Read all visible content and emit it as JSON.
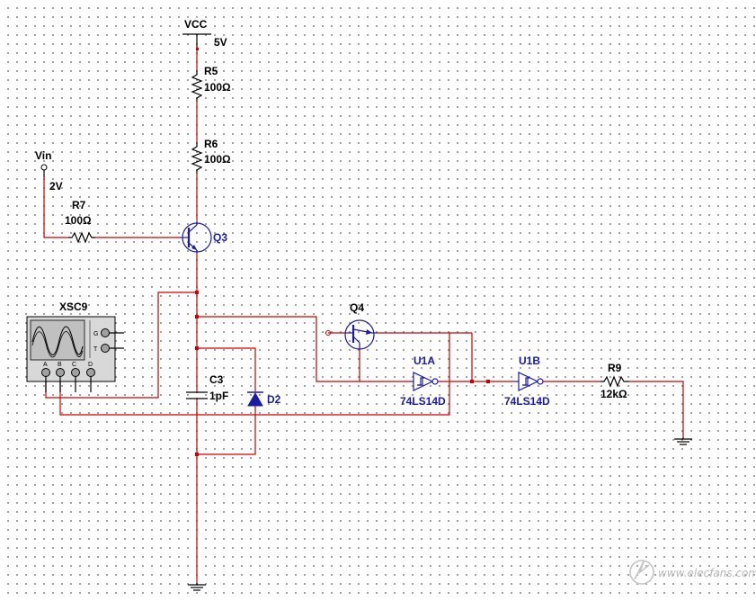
{
  "power": {
    "vcc_name": "VCC",
    "vcc_value": "5V"
  },
  "source_vin": {
    "name": "Vin",
    "value": "2V"
  },
  "resistors": {
    "r5": {
      "ref": "R5",
      "value": "100Ω"
    },
    "r6": {
      "ref": "R6",
      "value": "100Ω"
    },
    "r7": {
      "ref": "R7",
      "value": "100Ω"
    },
    "r9": {
      "ref": "R9",
      "value": "12kΩ"
    }
  },
  "capacitor_c3": {
    "ref": "C3",
    "value": "1pF"
  },
  "diode_d2": {
    "ref": "D2"
  },
  "transistors": {
    "q3": {
      "ref": "Q3"
    },
    "q4": {
      "ref": "Q4"
    }
  },
  "gates": {
    "u1a": {
      "ref": "U1A",
      "part": "74LS14D"
    },
    "u1b": {
      "ref": "U1B",
      "part": "74LS14D"
    }
  },
  "oscilloscope": {
    "ref": "XSC9",
    "channels": [
      "A",
      "B",
      "C",
      "D"
    ],
    "g_label": "G",
    "t_label": "T"
  },
  "watermark": "www.elecfans.com"
}
